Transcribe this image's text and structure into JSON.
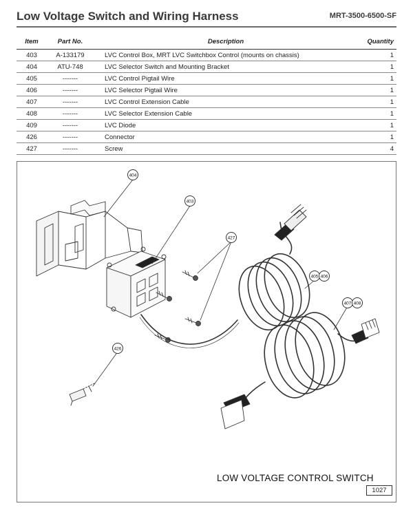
{
  "header": {
    "title": "Low Voltage Switch and Wiring Harness",
    "doc_number": "MRT-3500-6500-SF"
  },
  "table": {
    "columns": [
      "Item",
      "Part No.",
      "Description",
      "Quantity"
    ],
    "rows": [
      {
        "item": "403",
        "part": "A-133179",
        "desc": "LVC Control Box, MRT LVC Switchbox Control (mounts on chassis)",
        "qty": "1"
      },
      {
        "item": "404",
        "part": "ATU-748",
        "desc": "LVC Selector Switch and Mounting Bracket",
        "qty": "1"
      },
      {
        "item": "405",
        "part": "-------",
        "desc": "LVC Control Pigtail Wire",
        "qty": "1"
      },
      {
        "item": "406",
        "part": "-------",
        "desc": "LVC Selector Pigtail Wire",
        "qty": "1"
      },
      {
        "item": "407",
        "part": "-------",
        "desc": "LVC Control Extension Cable",
        "qty": "1"
      },
      {
        "item": "408",
        "part": "-------",
        "desc": "LVC Selector Extension Cable",
        "qty": "1"
      },
      {
        "item": "409",
        "part": "-------",
        "desc": "LVC Diode",
        "qty": "1"
      },
      {
        "item": "426",
        "part": "-------",
        "desc": "Connector",
        "qty": "1"
      },
      {
        "item": "427",
        "part": "-------",
        "desc": "Screw",
        "qty": "4"
      }
    ]
  },
  "diagram": {
    "caption": "LOW VOLTAGE CONTROL SWITCH",
    "figure_number": "1027",
    "callouts": {
      "c404": "404",
      "c403": "403",
      "c427": "427",
      "c405": "405",
      "c406": "406",
      "c407": "407",
      "c408": "408",
      "c426": "426"
    }
  }
}
